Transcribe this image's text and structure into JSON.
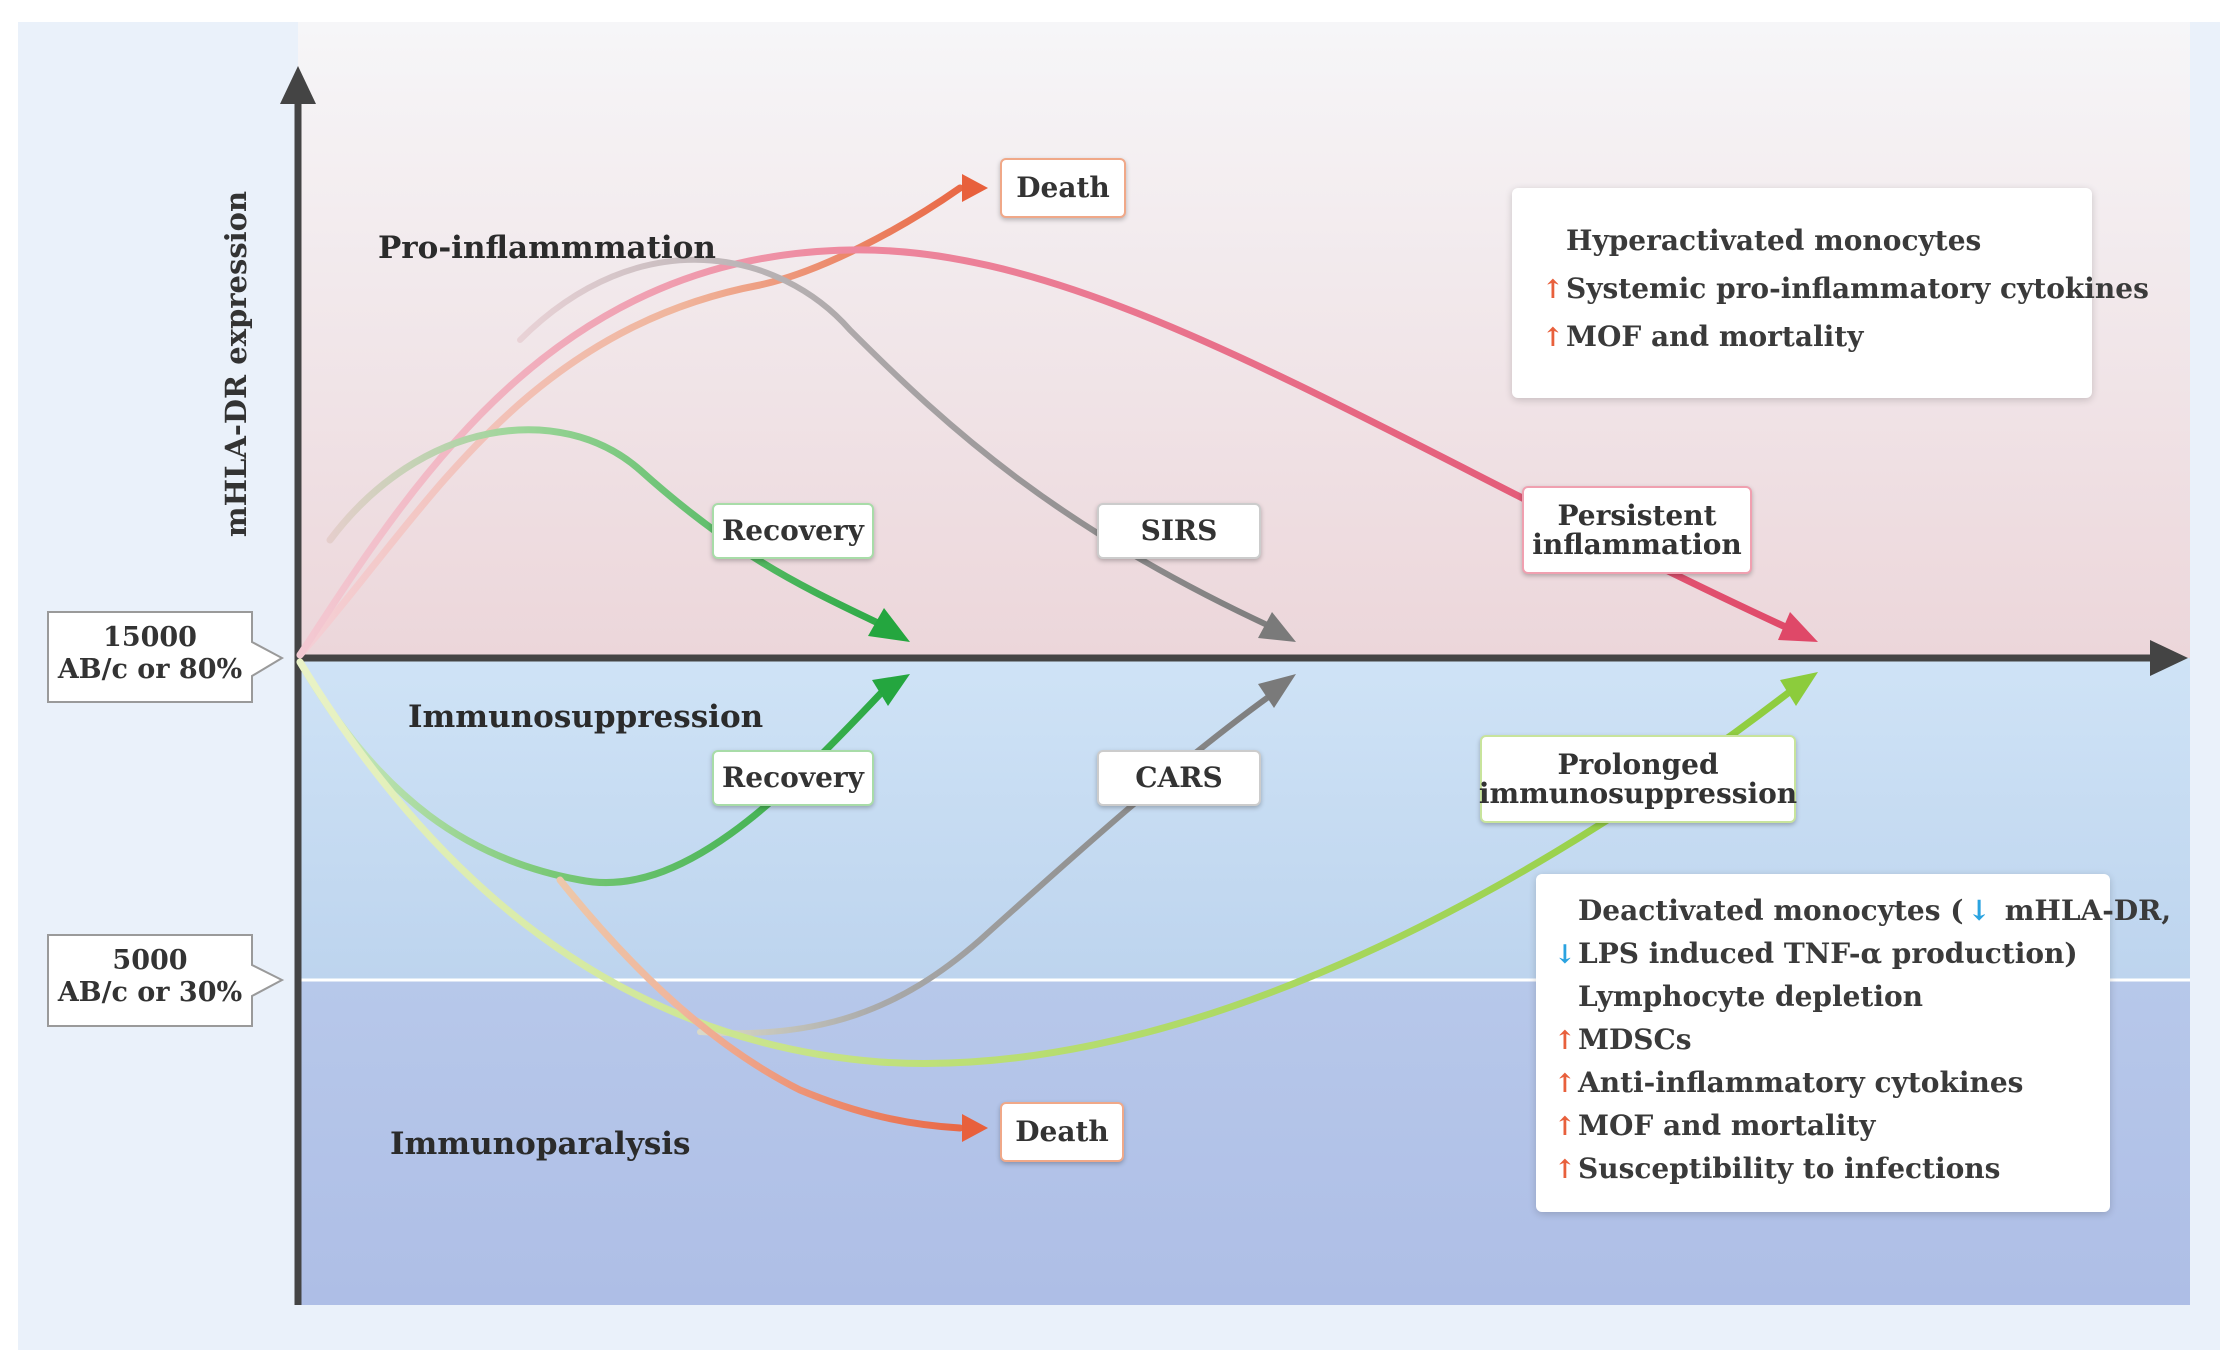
{
  "y_axis_label": "mHLA-DR expression",
  "zones": {
    "pro_inflammation": "Pro-inflammmation",
    "immunosuppression": "Immunosuppression",
    "immunoparalysis": "Immunoparalysis"
  },
  "thresholds": {
    "upper": [
      "15000",
      "AB/c or 80%"
    ],
    "lower": [
      "5000",
      "AB/c or 30%"
    ]
  },
  "outcome_boxes": {
    "death_top": "Death",
    "death_bottom": "Death",
    "recovery_top": "Recovery",
    "recovery_bottom": "Recovery",
    "sirs": "SIRS",
    "cars": "CARS",
    "persistent": [
      "Persistent",
      "inflammation"
    ],
    "prolonged": [
      "Prolonged",
      "immunosuppression"
    ]
  },
  "panel_top": {
    "rows": [
      {
        "marker": "",
        "text": "Hyperactivated monocytes"
      },
      {
        "marker": "up",
        "text": "Systemic pro-inflammatory cytokines"
      },
      {
        "marker": "up",
        "text": "MOF and mortality"
      }
    ]
  },
  "panel_bottom": {
    "rows": [
      {
        "marker": "",
        "text_a": "Deactivated monocytes (",
        "inline_marker": "down",
        "text_b": " mHLA-DR,"
      },
      {
        "marker": "down",
        "text": "LPS induced TNF-α production)"
      },
      {
        "marker": "",
        "text": "Lymphocyte depletion"
      },
      {
        "marker": "up",
        "text": "MDSCs"
      },
      {
        "marker": "up",
        "text": "Anti-inflammatory cytokines"
      },
      {
        "marker": "up",
        "text": "MOF and mortality"
      },
      {
        "marker": "up",
        "text": "Susceptibility to infections"
      }
    ]
  },
  "markers": {
    "up": "↑",
    "down": "↓"
  },
  "colors": {
    "death": "#e8603c",
    "persistent": "#df4868",
    "sirs_cars": "#808080",
    "recovery": "#2eaa4a",
    "prolonged": "#8ccc3c",
    "axis": "#444444",
    "up_arrow": "#e8603c",
    "down_arrow": "#2aa3e0"
  }
}
